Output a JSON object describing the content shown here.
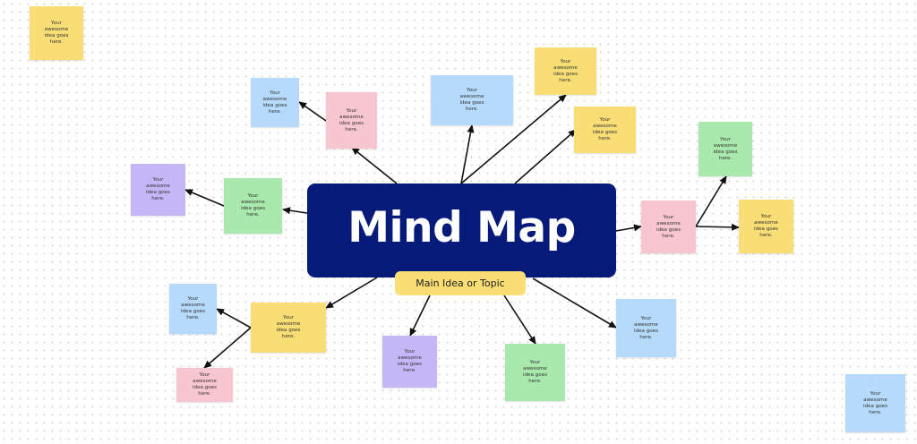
{
  "title": "Mind Map",
  "subtitle": "Main Idea or Topic",
  "colors": {
    "background": "#ffffff",
    "central_node": "#061a7a",
    "pill": "#f9de76",
    "line": "#111111",
    "yellow": "#f9de76",
    "blue": "#b5dafb",
    "pink": "#f8c6d0",
    "green": "#a9e9ad",
    "purple": "#c4b7f8"
  },
  "notes": [
    {
      "text": "Your awesome idea goes here.",
      "color": "yellow"
    },
    {
      "text": "Your awesome idea goes here.",
      "color": "blue"
    },
    {
      "text": "Your awesome idea goes here.",
      "color": "pink"
    },
    {
      "text": "Your awesome idea goes here.",
      "color": "blue"
    },
    {
      "text": "Your awesome idea goes here.",
      "color": "yellow"
    },
    {
      "text": "Your awesome idea goes here.",
      "color": "yellow"
    },
    {
      "text": "Your awesome idea goes here.",
      "color": "purple"
    },
    {
      "text": "Your awesome idea goes here.",
      "color": "green"
    },
    {
      "text": "Your awesome idea goes here.",
      "color": "green"
    },
    {
      "text": "Your awesome idea goes here.",
      "color": "pink"
    },
    {
      "text": "Your awesome idea goes here.",
      "color": "yellow"
    },
    {
      "text": "Your awesome idea goes here.",
      "color": "blue"
    },
    {
      "text": "Your awesome idea goes here.",
      "color": "yellow"
    },
    {
      "text": "Your awesome idea goes here.",
      "color": "pink"
    },
    {
      "text": "Your awesome idea goes here.",
      "color": "purple"
    },
    {
      "text": "Your awesome idea goes here.",
      "color": "green"
    },
    {
      "text": "Your awesome idea goes here.",
      "color": "blue"
    },
    {
      "text": "Your awesome idea goes here.",
      "color": "blue"
    }
  ]
}
